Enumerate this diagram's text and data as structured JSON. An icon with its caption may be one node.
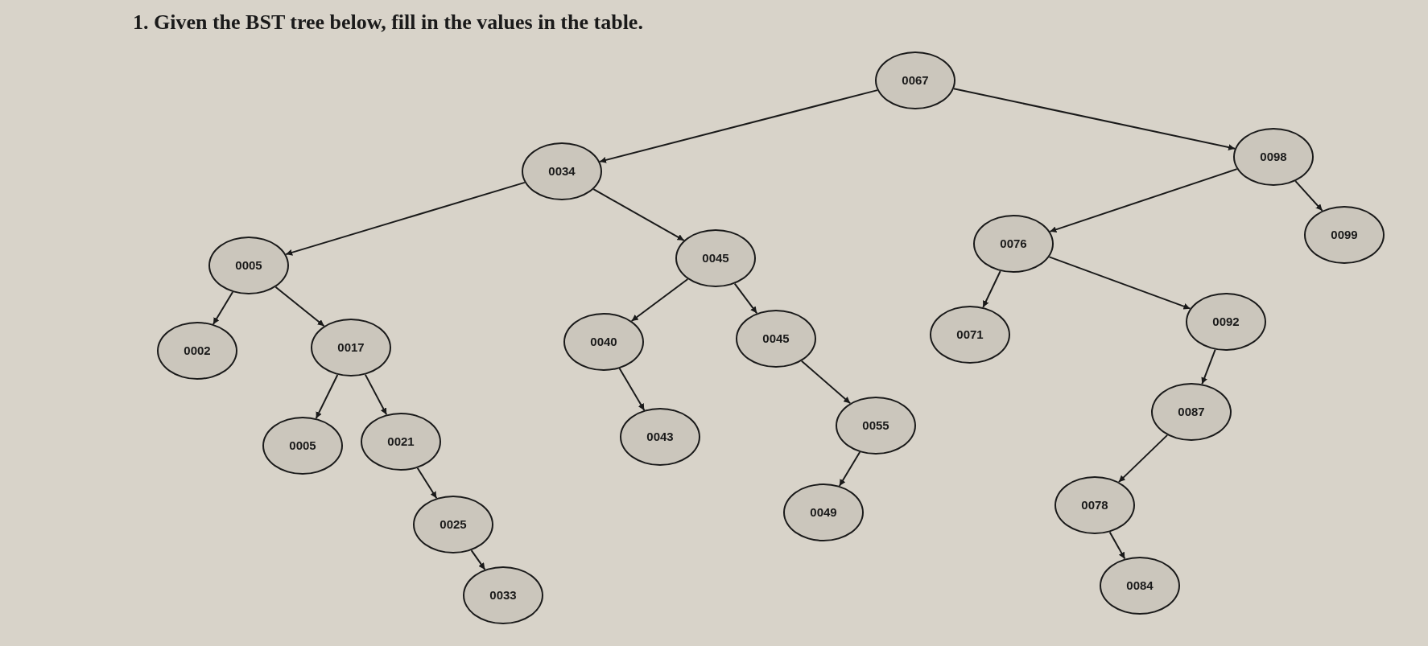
{
  "diagram": {
    "title": "1. Given the BST tree below, fill in the values in the table.",
    "nodes": [
      {
        "text": [
          "0067"
        ]
      },
      {
        "text": [
          "0034"
        ]
      },
      {
        "text": [
          "0098"
        ]
      },
      {
        "text": [
          "0005"
        ]
      },
      {
        "text": [
          "0045"
        ]
      },
      {
        "text": [
          "0076"
        ]
      },
      {
        "text": [
          "0099"
        ]
      },
      {
        "text": [
          "0002"
        ]
      },
      {
        "text": [
          "0017"
        ]
      },
      {
        "text": [
          "0040"
        ]
      },
      {
        "text": [
          "0045"
        ]
      },
      {
        "text": [
          "0071"
        ]
      },
      {
        "text": [
          "0092"
        ]
      },
      {
        "text": [
          "0005"
        ]
      },
      {
        "text": [
          "0021"
        ]
      },
      {
        "text": [
          "0043"
        ]
      },
      {
        "text": [
          "0055"
        ]
      },
      {
        "text": [
          "0087"
        ]
      },
      {
        "text": [
          "0025"
        ]
      },
      {
        "text": [
          "0049"
        ]
      },
      {
        "text": [
          "0078"
        ]
      },
      {
        "text": [
          "0033"
        ]
      },
      {
        "text": [
          "0084"
        ]
      }
    ],
    "edges": [
      {
        "from": 0,
        "to": 1,
        "arrow": "to"
      },
      {
        "from": 0,
        "to": 2,
        "arrow": "to"
      },
      {
        "from": 1,
        "to": 3,
        "arrow": "to"
      },
      {
        "from": 1,
        "to": 4,
        "arrow": "to"
      },
      {
        "from": 2,
        "to": 5,
        "arrow": "to"
      },
      {
        "from": 2,
        "to": 6,
        "arrow": "to"
      },
      {
        "from": 3,
        "to": 7,
        "arrow": "to"
      },
      {
        "from": 3,
        "to": 8,
        "arrow": "to"
      },
      {
        "from": 4,
        "to": 9,
        "arrow": "to"
      },
      {
        "from": 4,
        "to": 10,
        "arrow": "to"
      },
      {
        "from": 5,
        "to": 11,
        "arrow": "to"
      },
      {
        "from": 5,
        "to": 12,
        "arrow": "to"
      },
      {
        "from": 8,
        "to": 13,
        "arrow": "to"
      },
      {
        "from": 8,
        "to": 14,
        "arrow": "to"
      },
      {
        "from": 9,
        "to": 15,
        "arrow": "to"
      },
      {
        "from": 10,
        "to": 16,
        "arrow": "to"
      },
      {
        "from": 12,
        "to": 17,
        "arrow": "to"
      },
      {
        "from": 14,
        "to": 18,
        "arrow": "to"
      },
      {
        "from": 16,
        "to": 19,
        "arrow": "to"
      },
      {
        "from": 17,
        "to": 20,
        "arrow": "to"
      },
      {
        "from": 18,
        "to": 21,
        "arrow": "to"
      },
      {
        "from": 20,
        "to": 22,
        "arrow": "to"
      }
    ]
  }
}
